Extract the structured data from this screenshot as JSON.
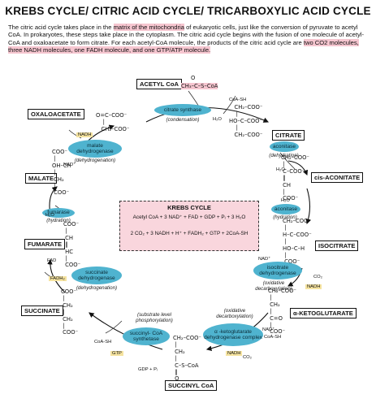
{
  "title": "KREBS CYCLE/ CITRIC ACID CYCLE/ TRICARBOXYLIC ACID CYCLE",
  "intro": {
    "p1": "The citric acid cycle takes place in the ",
    "h1": "matrix of the mitochondria",
    "p2": " of eukaryotic cells, just like the conversion of pyruvate to acetyl CoA. In prokaryotes, these steps take place in the cytoplasm. The citric acid cycle begins with the fusion of one molecule of acetyl-CoA and oxaloacetate to form citrate. For each acetyl-CoA molecule, the products of the citric acid cycle are ",
    "h2": "two CO2 molecules, three NADH molecules, one FADH molecule, and one GTP/ATP molecule.",
    "p3": ""
  },
  "center": {
    "title": "KREBS CYCLE",
    "reactants": "Acetyl CoA + 3 NAD⁺ + FAD + GDP + Pᵢ + 3 H₂O",
    "products": "2 CO₂ + 3 NADH + H⁺ + FADH₂ + GTP + 2CoA-SH"
  },
  "compounds": {
    "acetyl_coa": "ACETYL CoA",
    "oxaloacetate": "OXALOACETATE",
    "citrate": "CITRATE",
    "cis_aconitate": "cis-ACONITATE",
    "isocitrate": "ISOCITRATE",
    "akg": "α-KETOGLUTARATE",
    "succinyl_coa": "SUCCINYL CoA",
    "succinate": "SUCCINATE",
    "fumarate": "FUMARATE",
    "malate": "MALATE"
  },
  "enzymes": {
    "citrate_synthase": "citrate synthase",
    "citrate_synthase_note": "(condensation)",
    "aconitase1": "aconitase",
    "aconitase1_note": "(dehydration)",
    "aconitase2": "aconitase",
    "aconitase2_note": "(hydration)",
    "idh": "isocitrate dehydrogenase",
    "idh_note": "(oxidative decarboxylation)",
    "akgdh_note": "(oxidative decarboxylation)",
    "akgdh": "α -ketoglutarate dehydrogenase complex",
    "scs_note": "(substrate level phosphorylation)",
    "scs": "succinyl- CoA synthetase",
    "sdh": "succinate dehydrogenase",
    "sdh_note": "(dehydrogenation)",
    "fumarase": "fumarase",
    "fumarase_note": "(hydration)",
    "mdh": "malate dehydrogenase",
    "mdh_note": "(dehydrogenation)"
  },
  "cofactors": {
    "h2o_1": "H₂O",
    "coash_1": "CoA-SH",
    "h2o_2": "H₂O",
    "h2o_3": "H₂O",
    "nad_1": "NAD⁺",
    "co2_1": "CO₂",
    "nadh_1": "NADH",
    "nad_2": "NAD⁺",
    "coash_2": "CoA-SH",
    "co2_2": "CO₂",
    "nadh_2": "NADH",
    "coash_3": "CoA-SH",
    "gtp": "GTP",
    "gdp": "GDP + Pᵢ",
    "fadh2": "FADH₂",
    "fad": "FAD",
    "h2o_4": "H₂O",
    "nadh_3": "NADH",
    "nad_3": "NAD⁺"
  },
  "structures": {
    "acetyl": "CH₃–C–S–CoA",
    "acetyl_o": "O",
    "oxaloacetate": "O=C–COO⁻\n    |\n   CH₂–COO⁻",
    "citrate": "   CH₂–COO⁻\n    |\nHO–C–COO⁻\n    |\n   CH₂–COO⁻",
    "cis_aconitate": "CH₂–COO⁻\n |\n C–COO⁻\n ‖\n CH\n |\n COO⁻",
    "isocitrate": "CH₂–COO⁻\n |\nH–C–COO⁻\n |\nHO–C–H\n |\n COO⁻",
    "akg": "CH₂–COO⁻\n |\n CH₂\n |\n C=O\n |\n COO⁻",
    "succinyl_coa": "CH₂–COO⁻\n |\n CH₂\n |\n C–S–CoA\n ‖\n O",
    "succinate": "COO⁻\n |\n CH₂\n |\n CH₂\n |\n COO⁻",
    "fumarate": "COO⁻\n |\n CH\n ‖\n HC\n |\n COO⁻",
    "malate": "COO⁻\n |\nOH–CH\n |\n CH₂\n |\n COO⁻"
  },
  "colors": {
    "enzyme": "#4fb3cf",
    "highlight": "#f6c6d0",
    "cofactor": "#f5e3a0"
  }
}
